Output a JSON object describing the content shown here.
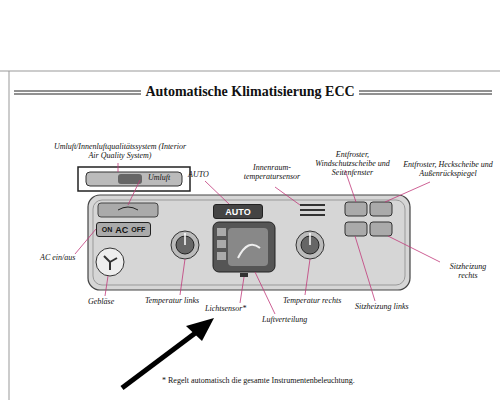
{
  "diagram": {
    "title": "Automatische Klimatisierung ECC",
    "caption": "* Regelt automatisch die gesamte Instrumentenbeleuchtung.",
    "nodes": [
      {
        "text": [
          "AUTO"
        ]
      },
      {
        "text": [
          "ON",
          "AC",
          "OFF"
        ]
      }
    ],
    "labels": [
      "Umluft/Innenluftqualitätssystem (Interior Air Quality System)",
      "Umluft",
      "AUTO",
      "Innenraum- temperatursensor",
      "Entfroster, Windschutzscheibe und Seitenfenster",
      "Entfroster, Heckscheibe und Außenrückspiegel",
      "AC ein/aus",
      "Sitzheizung rechts",
      "Gebläse",
      "Temperatur links",
      "Lichtsensor*",
      "Temperatur rechts",
      "Sitzheizung links",
      "Luftverteilung"
    ]
  }
}
